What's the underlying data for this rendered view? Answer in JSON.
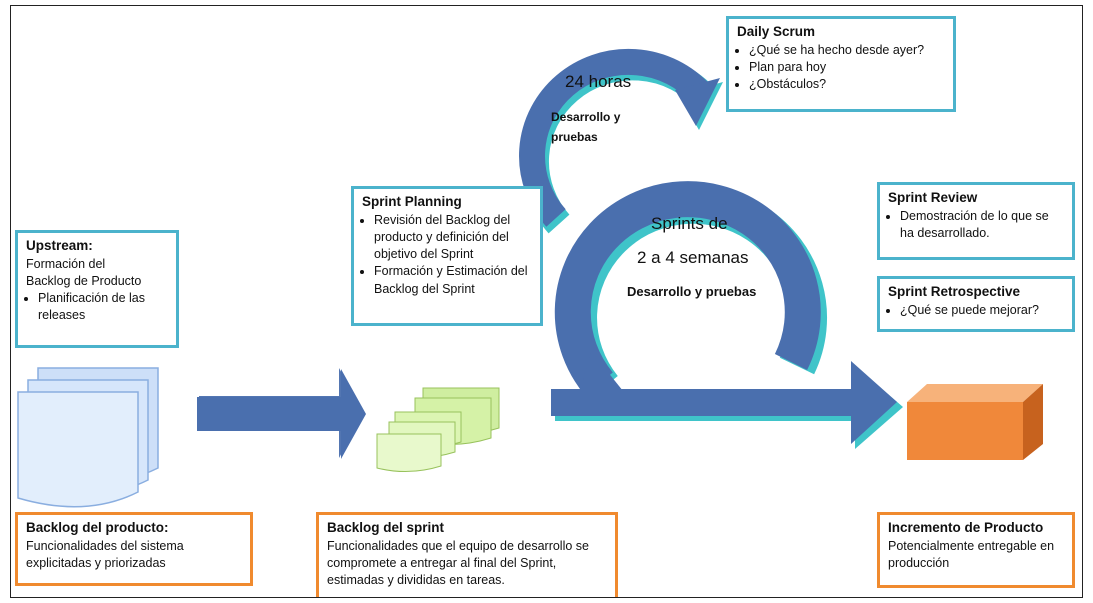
{
  "upstream": {
    "title": "Upstream:",
    "line1": "Formación del",
    "line2": "Backlog de Producto",
    "bullet": "Planificación de las releases"
  },
  "sprint_planning": {
    "title": "Sprint Planning",
    "bullets": [
      "Revisión del Backlog del producto y definición del objetivo del Sprint",
      "Formación y Estimación del Backlog del Sprint"
    ]
  },
  "daily_scrum": {
    "title": "Daily Scrum",
    "bullets": [
      "¿Qué se ha hecho desde ayer?",
      "Plan para hoy",
      "¿Obstáculos?"
    ]
  },
  "sprint_review": {
    "title": "Sprint Review",
    "bullet": "Demostración de lo que se ha desarrollado."
  },
  "sprint_retro": {
    "title": "Sprint Retrospective",
    "bullet": "¿Qué se puede mejorar?"
  },
  "backlog_producto": {
    "title": "Backlog del producto:",
    "text": "Funcionalidades del sistema explicitadas y priorizadas"
  },
  "backlog_sprint": {
    "title": "Backlog del sprint",
    "text": "Funcionalidades que el equipo de desarrollo se compromete a entregar al final del Sprint, estimadas y divididas en tareas."
  },
  "incremento": {
    "title": "Incremento de Producto",
    "text": "Potencialmente entregable en producción"
  },
  "small_loop": {
    "hours": "24 horas",
    "dev_line1": "Desarrollo y",
    "dev_line2": "pruebas"
  },
  "big_loop": {
    "line1": "Sprints de",
    "line2": "2 a 4 semanas",
    "line3": "Desarrollo y pruebas"
  },
  "colors": {
    "arrow": "#4a6fae",
    "arrow_shadow": "#3fc4c9",
    "box_blue": "#4bb3cc",
    "box_orange": "#f08a2e",
    "product": "#f0883a",
    "doc_fill": "#d6e6fb",
    "card_fill": "#d5f2a7"
  }
}
